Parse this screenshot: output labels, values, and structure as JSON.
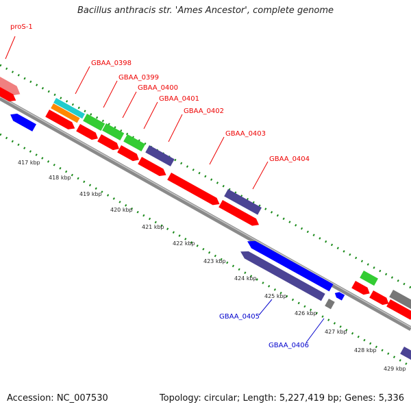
{
  "title": "Bacillus anthracis str. 'Ames Ancestor', complete genome",
  "footer": {
    "accession": "Accession: NC_007530",
    "topology": "Topology: circular; Length: 5,227,419 bp; Genes: 5,336"
  },
  "colors": {
    "red": "#ff0000",
    "blue": "#0000ff",
    "green": "#33cc33",
    "purple": "#4b4494",
    "cyan": "#22cccc",
    "orange": "#ff8800",
    "gray": "#777777",
    "pink": "#f08080",
    "backbone": "#8a8a8a",
    "tick_green": "#1a8a1a",
    "label_red": "#ee0000",
    "label_blue": "#0000cc"
  },
  "labels_red": {
    "pros1": "proS-1",
    "g0398": "GBAA_0398",
    "g0399": "GBAA_0399",
    "g0400": "GBAA_0400",
    "g0401": "GBAA_0401",
    "g0402": "GBAA_0402",
    "g0403": "GBAA_0403",
    "g0404": "GBAA_0404"
  },
  "labels_blue": {
    "g0405": "GBAA_0405",
    "g0406": "GBAA_0406"
  },
  "kbp": {
    "k417": "417 kbp",
    "k418": "418 kbp",
    "k419": "419 kbp",
    "k420": "420 kbp",
    "k421": "421 kbp",
    "k422": "422 kbp",
    "k423": "423 kbp",
    "k424": "424 kbp",
    "k425": "425 kbp",
    "k426": "426 kbp",
    "k427": "427 kbp",
    "k428": "428 kbp",
    "k429": "429 kbp"
  }
}
